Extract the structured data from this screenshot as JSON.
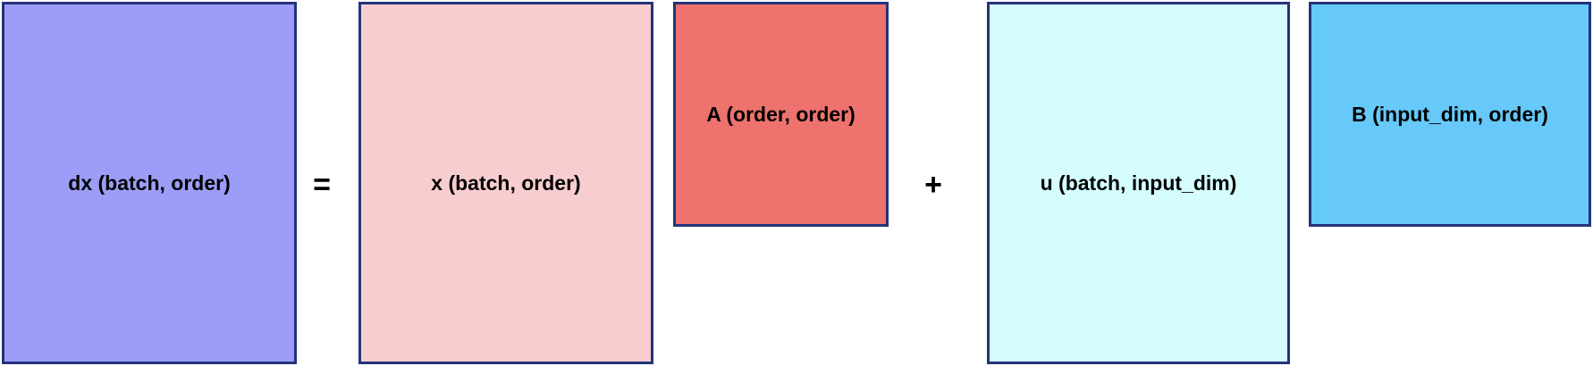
{
  "colors": {
    "border": "#24337a",
    "dx_fill": "#9b9df7",
    "x_fill": "#f7cdd0",
    "A_fill": "#ee726d",
    "u_fill": "#d5fdfd",
    "B_fill": "#66c9f9"
  },
  "matrices": {
    "dx": "dx (batch, order)",
    "x": "x (batch, order)",
    "A": "A (order, order)",
    "u": "u (batch, input_dim)",
    "B": "B (input_dim, order)"
  },
  "operators": {
    "equals": "=",
    "plus": "+"
  }
}
